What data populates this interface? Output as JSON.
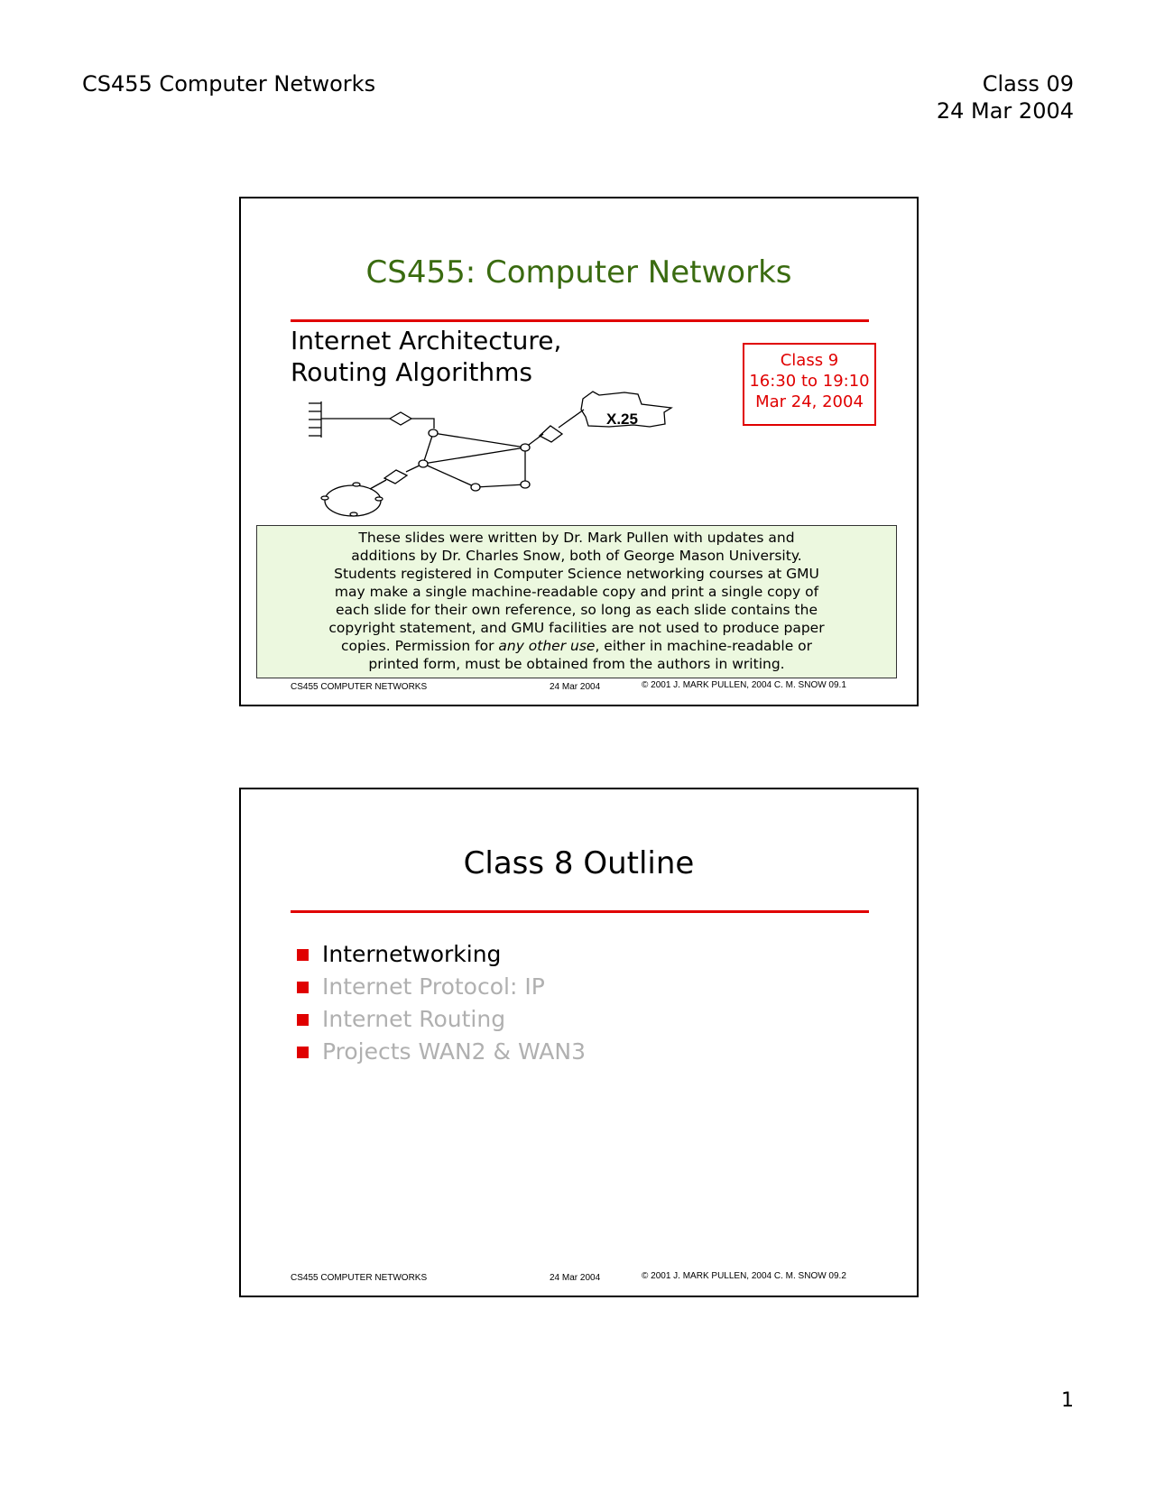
{
  "header": {
    "left": "CS455 Computer Networks",
    "right_line1": "Class 09",
    "right_line2": "24 Mar 2004"
  },
  "slide1": {
    "title": "CS455: Computer Networks",
    "subtitle_line1": "Internet Architecture,",
    "subtitle_line2": "Routing Algorithms",
    "class_box": [
      "Class 9",
      "16:30 to 19:10",
      "Mar 24, 2004"
    ],
    "diagram_label": "X.25",
    "notice_lines": [
      "These slides were written by Dr. Mark Pullen with updates and",
      "additions by Dr. Charles Snow, both of George Mason University.",
      "Students registered in Computer Science networking courses at GMU",
      "may make a single machine-readable copy and print a single copy of",
      "each slide for their own reference, so long as each slide contains the",
      "copyright statement, and GMU facilities are not used to produce paper"
    ],
    "notice_line7_pre": "copies.  Permission for ",
    "notice_line7_em": "any other use",
    "notice_line7_post": ", either in machine-readable or",
    "notice_line8": "printed form, must be obtained from the authors in writing.",
    "footer": {
      "left": "CS455 COMPUTER NETWORKS",
      "center": "24 Mar 2004",
      "right": "© 2001 J. MARK PULLEN, 2004 C. M. SNOW 09.1"
    }
  },
  "slide2": {
    "title": "Class 8 Outline",
    "bullets": [
      "Internetworking",
      "Internet Protocol: IP",
      "Internet Routing",
      "Projects WAN2 & WAN3"
    ],
    "footer": {
      "left": "CS455 COMPUTER NETWORKS",
      "center": "24 Mar 2004",
      "right": "© 2001 J. MARK PULLEN, 2004 C. M. SNOW 09.2"
    }
  },
  "page_number": "1",
  "colors": {
    "accent_red": "#e00000",
    "title_green": "#3a6b10",
    "dim_gray": "#b0b0b0",
    "notice_bg": "#ecf8df"
  }
}
